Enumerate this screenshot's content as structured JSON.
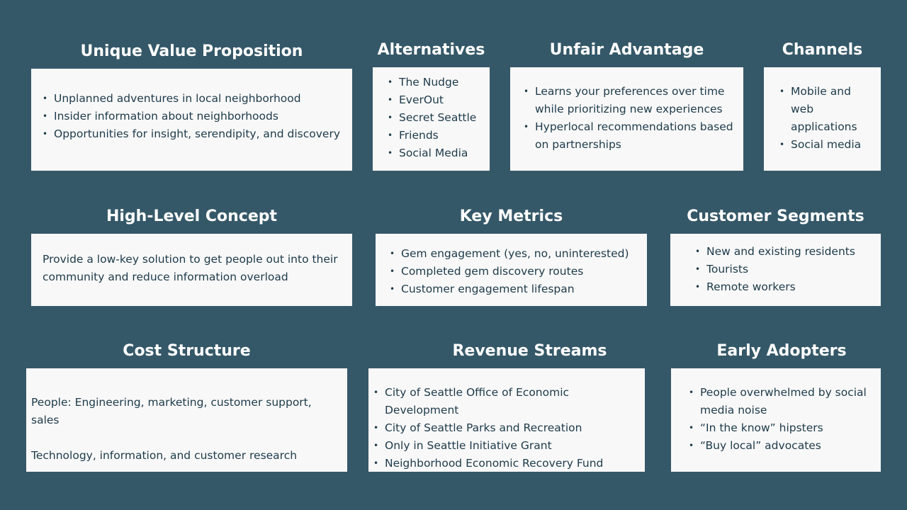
{
  "canvas": {
    "unique_value_proposition": {
      "title": "Unique Value Proposition",
      "items": [
        "Unplanned adventures in local neighborhood",
        "Insider information about neighborhoods",
        "Opportunities for insight, serendipity, and discovery"
      ]
    },
    "alternatives": {
      "title": "Alternatives",
      "items": [
        "The Nudge",
        "EverOut",
        "Secret Seattle",
        "Friends",
        "Social Media"
      ]
    },
    "unfair_advantage": {
      "title": "Unfair Advantage",
      "items": [
        "Learns your preferences over time while prioritizing new experiences",
        "Hyperlocal recommendations based on partnerships"
      ]
    },
    "channels": {
      "title": "Channels",
      "items": [
        "Mobile and web applications",
        "Social media"
      ]
    },
    "high_level_concept": {
      "title": "High-Level Concept",
      "text": "Provide a low-key solution to get people out into their community and reduce information overload"
    },
    "key_metrics": {
      "title": "Key Metrics",
      "items": [
        "Gem engagement (yes, no, uninterested)",
        "Completed gem discovery routes",
        "Customer engagement lifespan"
      ]
    },
    "customer_segments": {
      "title": "Customer Segments",
      "items": [
        "New and existing residents",
        "Tourists",
        "Remote workers"
      ]
    },
    "cost_structure": {
      "title": "Cost Structure",
      "lines": [
        "People: Engineering, marketing, customer support, sales",
        "Technology, information, and customer research"
      ]
    },
    "revenue_streams": {
      "title": "Revenue Streams",
      "items": [
        "City of Seattle Office of Economic Development",
        "City of Seattle Parks and Recreation",
        "Only in Seattle Initiative Grant",
        "Neighborhood Economic Recovery Fund"
      ]
    },
    "early_adopters": {
      "title": "Early Adopters",
      "items": [
        "People overwhelmed by social media noise",
        "“In the know” hipsters",
        "“Buy local” advocates"
      ]
    }
  }
}
